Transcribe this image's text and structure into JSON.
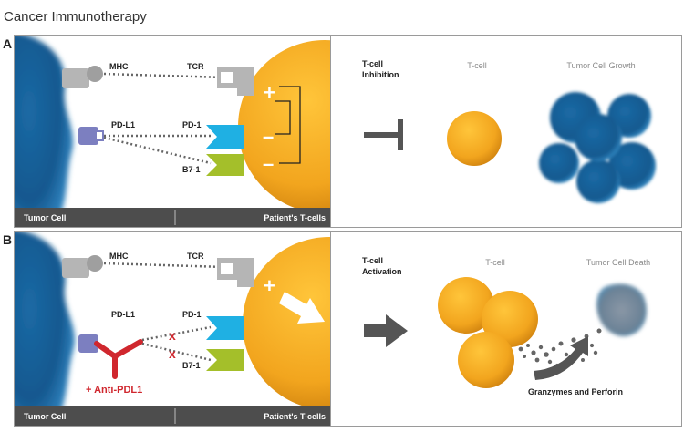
{
  "title": "Cancer Immunotherapy",
  "panel_a": {
    "letter": "A",
    "mhc": "MHC",
    "tcr": "TCR",
    "pdl1": "PD-L1",
    "pd1": "PD-1",
    "b71": "B7-1",
    "tumor_cell": "Tumor Cell",
    "patients_tcells": "Patient's T-cells",
    "plus": "+",
    "minus": "–",
    "state_line1": "T-cell",
    "state_line2": "Inhibition",
    "tcell": "T-cell",
    "outcome": "Tumor Cell Growth"
  },
  "panel_b": {
    "letter": "B",
    "mhc": "MHC",
    "tcr": "TCR",
    "pdl1": "PD-L1",
    "pd1": "PD-1",
    "b71": "B7-1",
    "anti_pdl1": "+ Anti-PDL1",
    "tumor_cell": "Tumor Cell",
    "patients_tcells": "Patient's T-cells",
    "plus": "+",
    "cross": "x",
    "state_line1": "T-cell",
    "state_line2": "Activation",
    "tcell": "T-cell",
    "outcome": "Tumor Cell Death",
    "granzymes": "Granzymes and Perforin"
  },
  "colors": {
    "tumor_blue": "#1b6aa5",
    "tcell_orange": "#f2a51e",
    "receptor_gray": "#b5b5b5",
    "pd1_cyan": "#1fb0e3",
    "b71_green": "#a4bf2a",
    "pdl1_purple": "#7c7fc0",
    "antibody_red": "#d0272e",
    "footer_bar": "#4d4d4d"
  }
}
